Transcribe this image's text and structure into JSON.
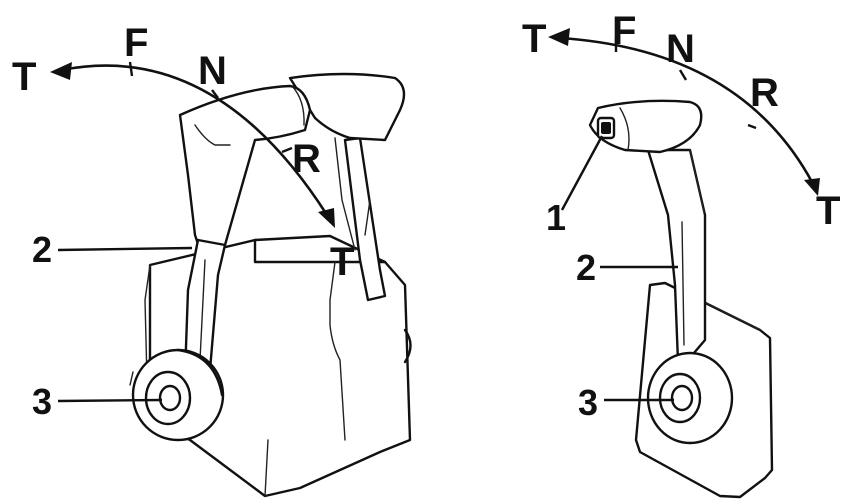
{
  "left": {
    "positions": [
      "T",
      "F",
      "N",
      "R",
      "T"
    ],
    "callouts": [
      "2",
      "3"
    ]
  },
  "right": {
    "positions": [
      "T",
      "F",
      "N",
      "R",
      "T"
    ],
    "callouts": [
      "1",
      "2",
      "3"
    ]
  }
}
